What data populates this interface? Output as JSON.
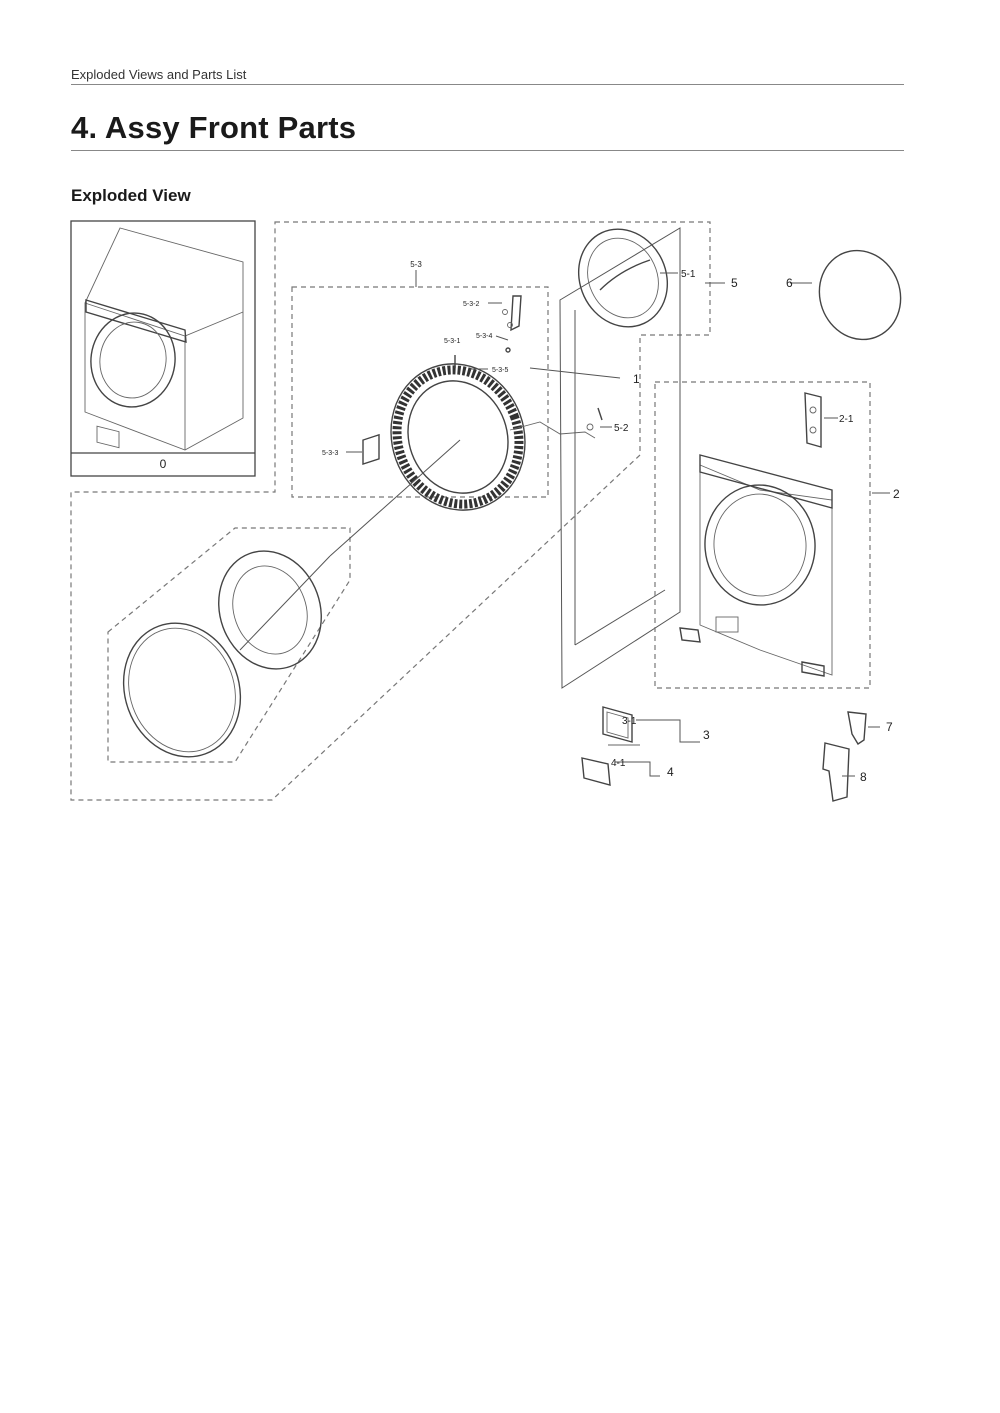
{
  "document": {
    "running_head": "Exploded Views and Parts List",
    "section_title": "4.  Assy Front Parts",
    "subheading": "Exploded View"
  },
  "callouts": {
    "c0": "0",
    "c1": "1",
    "c2": "2",
    "c2_1": "2-1",
    "c3": "3",
    "c3_1": "3-1",
    "c4": "4",
    "c4_1": "4-1",
    "c5": "5",
    "c5_1": "5-1",
    "c5_2": "5-2",
    "c5_3": "5-3",
    "c5_3_1": "5-3-1",
    "c5_3_2": "5-3-2",
    "c5_3_3": "5-3-3",
    "c5_3_4": "5-3-4",
    "c5_3_5": "5-3-5",
    "c6": "6",
    "c7": "7",
    "c8": "8"
  }
}
